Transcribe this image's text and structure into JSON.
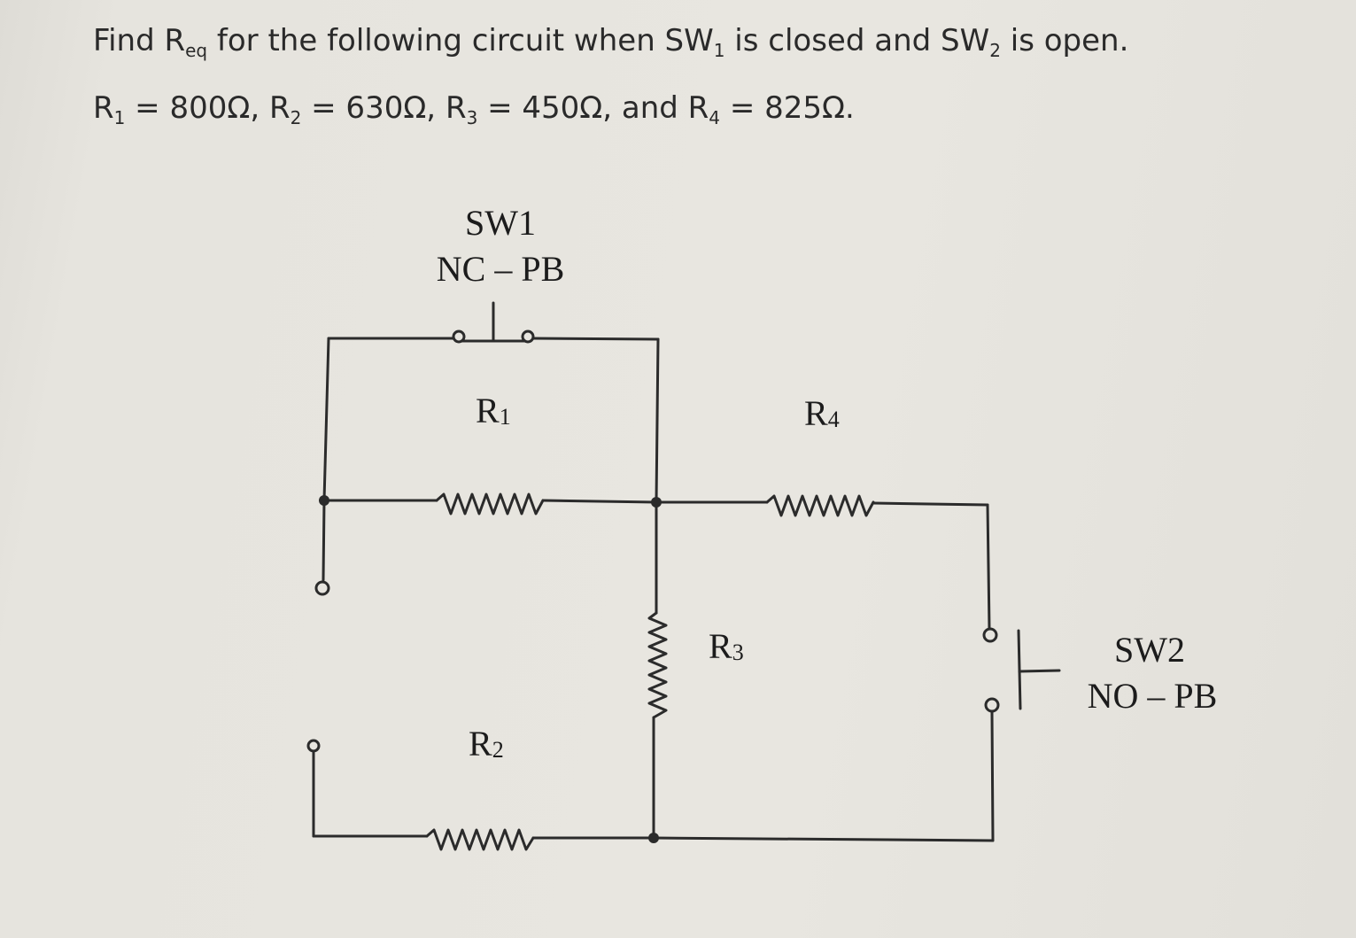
{
  "problem": {
    "line1": {
      "prefix": "Find R",
      "sub_eq": "eq",
      "mid1": " for the following circuit when SW",
      "sub_sw1": "1",
      "mid2": " is closed and SW",
      "sub_sw2": "2",
      "suffix": " is open."
    },
    "line2": {
      "r1": "R",
      "r1_sub": "1",
      "r1_val": " = 800Ω, ",
      "r2": "R",
      "r2_sub": "2",
      "r2_val": " = 630Ω, ",
      "r3": "R",
      "r3_sub": "3",
      "r3_val": " = 450Ω, and ",
      "r4": "R",
      "r4_sub": "4",
      "r4_val": " = 825Ω."
    }
  },
  "diagram": {
    "sw1_name": "SW1",
    "sw1_type": "NC – PB",
    "sw2_name": "SW2",
    "sw2_type": "NO – PB",
    "r1": {
      "letter": "R",
      "num": "1"
    },
    "r2": {
      "letter": "R",
      "num": "2"
    },
    "r3": {
      "letter": "R",
      "num": "3"
    },
    "r4": {
      "letter": "R",
      "num": "4"
    },
    "wire_color": "#2b2b2b"
  }
}
